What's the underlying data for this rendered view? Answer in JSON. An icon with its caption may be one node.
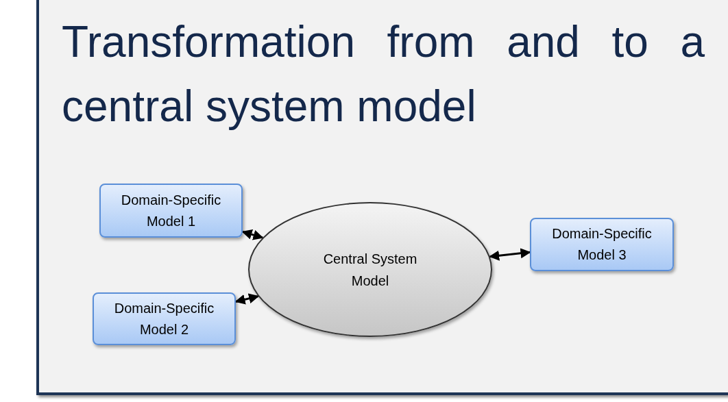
{
  "diagram": {
    "title": "Transformation from and to a central system model",
    "nodes": [
      {
        "text": [
          "Domain-Specific Model 1"
        ]
      },
      {
        "text": [
          "Domain-Specific Model 2"
        ]
      },
      {
        "text": [
          "Central System Model"
        ]
      },
      {
        "text": [
          "Domain-Specific Model 3"
        ]
      }
    ],
    "edges": [
      {
        "from": 0,
        "to": 2,
        "arrow": "both"
      },
      {
        "from": 1,
        "to": 2,
        "arrow": "both"
      },
      {
        "from": 2,
        "to": 3,
        "arrow": "both"
      }
    ]
  }
}
